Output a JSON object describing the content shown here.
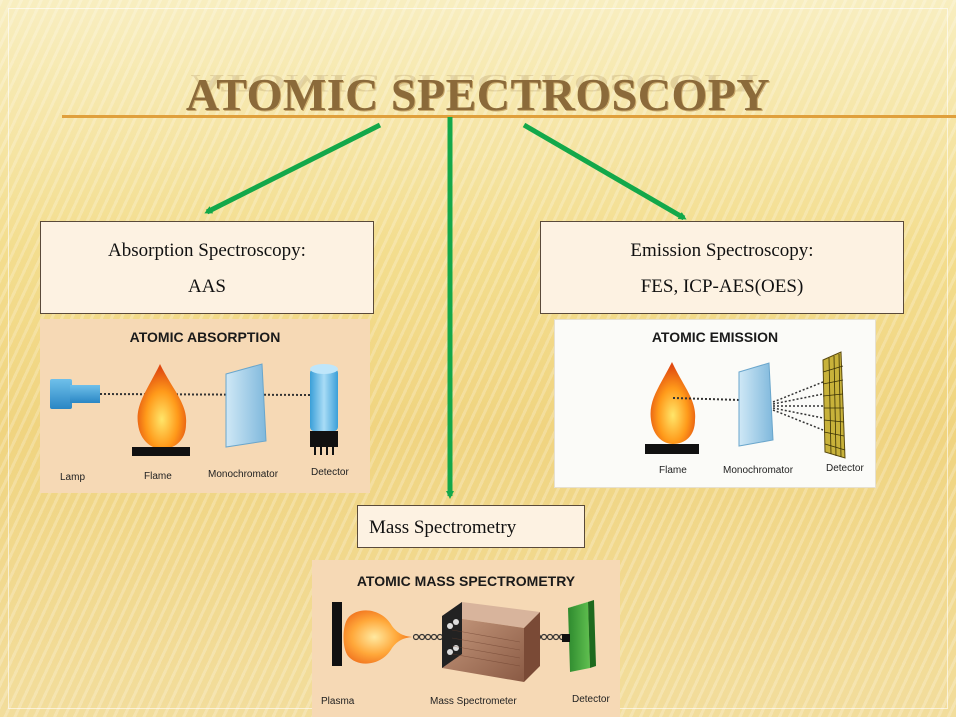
{
  "slide": {
    "title": "ATOMIC SPECTROSCOPY"
  },
  "boxes": {
    "absorption": {
      "line1": "Absorption Spectroscopy:",
      "line2": "AAS"
    },
    "emission": {
      "line1": "Emission Spectroscopy:",
      "line2": "FES,  ICP-AES(OES)"
    },
    "mass": {
      "line1": "Mass Spectrometry"
    }
  },
  "panels": {
    "absorption": {
      "title": "ATOMIC ABSORPTION",
      "labels": {
        "lamp": "Lamp",
        "flame": "Flame",
        "monochromator": "Monochromator",
        "detector": "Detector"
      }
    },
    "emission": {
      "title": "ATOMIC EMISSION",
      "labels": {
        "flame": "Flame",
        "monochromator": "Monochromator",
        "detector": "Detector"
      }
    },
    "mass": {
      "title": "ATOMIC MASS SPECTROMETRY",
      "labels": {
        "plasma": "Plasma",
        "spectrometer": "Mass Spectrometer",
        "detector": "Detector"
      }
    }
  },
  "colors": {
    "arrow": "#13a84a",
    "title": "#8b6a3a",
    "rule": "#e0a03c"
  }
}
